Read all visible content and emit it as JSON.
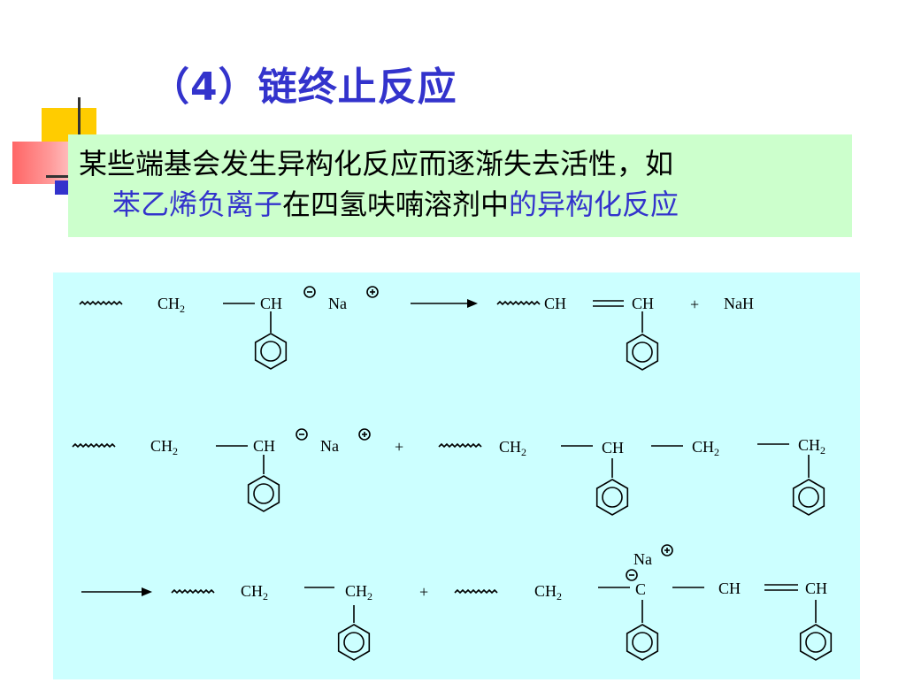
{
  "slide": {
    "title": "（4）链终止反应",
    "description": {
      "line1": "某些端基会发生异构化反应而逐渐失去活性，如",
      "line2_part1": "苯乙烯负离子",
      "line2_part2": "在四氢呋喃溶剂中",
      "line2_part3": "的异构化反应"
    }
  },
  "reaction": {
    "labels": {
      "ch2": "CH",
      "sub2": "2",
      "ch": "CH",
      "c": "C",
      "na": "Na",
      "nah": "NaH",
      "plus": "+",
      "minus": "−"
    }
  },
  "colors": {
    "title": "#3333cc",
    "highlight": "#3333cc",
    "note_bg": "#ccffcc",
    "panel_bg": "#ccffff"
  }
}
